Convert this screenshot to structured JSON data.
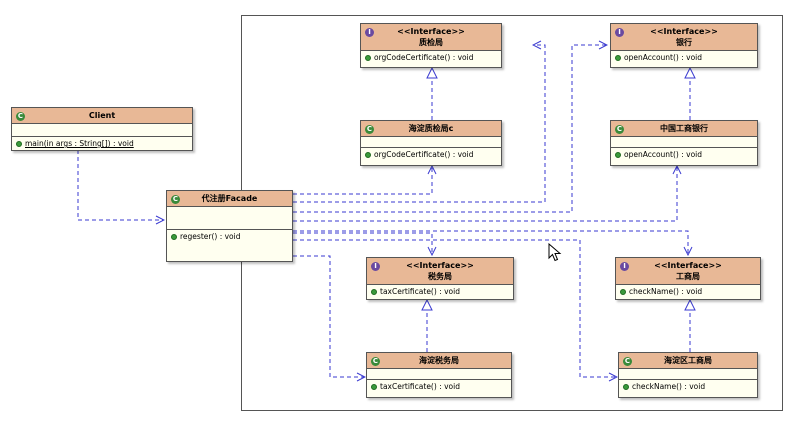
{
  "diagram": {
    "client": {
      "name": "Client",
      "method": "main(in args : String[]) : void"
    },
    "facade": {
      "name": "代注册Facade",
      "method": "regester() : void"
    },
    "zhijian_iface": {
      "stereotype": "<<Interface>>",
      "name": "质检局",
      "method": "orgCodeCertificate() : void"
    },
    "zhijian_impl": {
      "name": "海淀质检局c",
      "method": "orgCodeCertificate() : void"
    },
    "bank_iface": {
      "stereotype": "<<Interface>>",
      "name": "银行",
      "method": "openAccount() : void"
    },
    "bank_impl": {
      "name": "中国工商银行",
      "method": "openAccount() : void"
    },
    "tax_iface": {
      "stereotype": "<<Interface>>",
      "name": "税务局",
      "method": "taxCertificate() : void"
    },
    "tax_impl": {
      "name": "海淀税务局",
      "method": "taxCertificate() : void"
    },
    "gongshang_iface": {
      "stereotype": "<<Interface>>",
      "name": "工商局",
      "method": "checkName() : void"
    },
    "gongshang_impl": {
      "name": "海淀区工商局",
      "method": "checkName() : void"
    }
  },
  "colors": {
    "header": "#e8b896",
    "body": "#fffff0",
    "dependency_line": "#3a3ad0",
    "realization_line": "#3a3ad0"
  },
  "icons": {
    "class_badge": "class-icon",
    "interface_badge": "interface-icon",
    "cursor": "mouse-pointer-icon"
  }
}
